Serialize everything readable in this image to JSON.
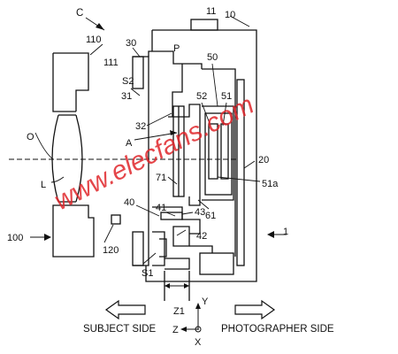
{
  "labels": {
    "c": "C",
    "n11": "11",
    "n10": "10",
    "n110": "110",
    "n30": "30",
    "p": "P",
    "n111": "111",
    "s2": "S2",
    "n31": "31",
    "n32": "32",
    "a": "A",
    "n50": "50",
    "n52": "52",
    "n51": "51",
    "o": "O",
    "n20": "20",
    "n51a": "51a",
    "l": "L",
    "n71": "71",
    "n61": "61",
    "n40": "40",
    "n41": "41",
    "n43": "43",
    "n100": "100",
    "n120": "120",
    "n42": "42",
    "n1": "1",
    "s1": "S1",
    "y": "Y",
    "z1": "Z1",
    "subject_side": "SUBJECT SIDE",
    "photographer_side": "PHOTOGRAPHER SIDE",
    "z": "Z",
    "x": "X"
  },
  "watermark": "www.elecfans.com",
  "colors": {
    "line": "#111111",
    "watermark": "#e0262b"
  }
}
